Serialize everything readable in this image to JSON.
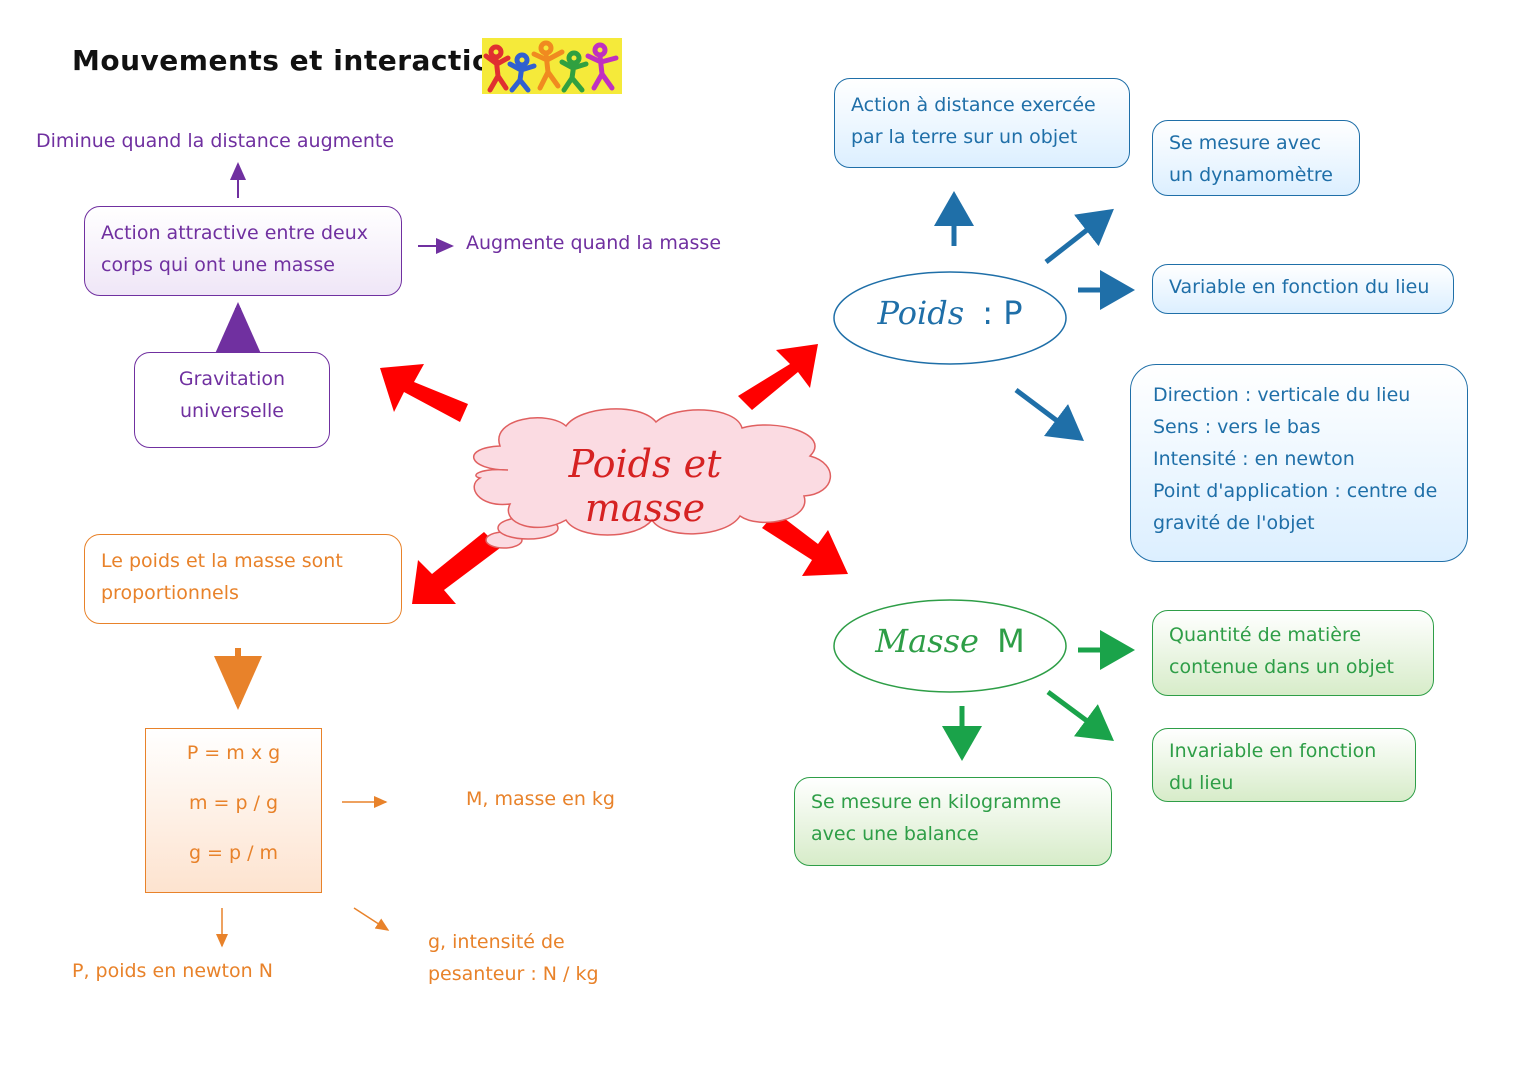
{
  "title": "Mouvements et interaction",
  "center": "Poids et masse",
  "gravitation": {
    "node": "Gravitation universelle",
    "definition": "Action attractive entre deux corps qui ont une masse",
    "distance_note": "Diminue quand la distance augmente",
    "mass_note": "Augmente quand la masse"
  },
  "proportional": {
    "statement": "Le poids et la masse sont proportionnels",
    "formulas": [
      "P = m x g",
      "m = p / g",
      "g = p / m"
    ],
    "m_unit": "M, masse en kg",
    "p_unit": "P, poids en newton N",
    "g_unit": "g, intensité de pesanteur :  N / kg"
  },
  "poids": {
    "script_label": "Poids",
    "symbol": ": P",
    "definition": "Action à distance exercée par la terre sur un objet",
    "measure": "Se mesure avec un dynamomètre",
    "variable": "Variable en fonction du lieu",
    "characteristics": [
      "Direction : verticale du lieu",
      "Sens : vers le bas",
      "Intensité : en newton",
      "Point d'application : centre de gravité de l'objet"
    ]
  },
  "masse": {
    "script_label": "Masse",
    "symbol": "M",
    "quantity": "Quantité de matière contenue dans un objet",
    "invariable": "Invariable en fonction du lieu",
    "measure": "Se mesure en kilogramme avec une balance"
  },
  "colors": {
    "gravitation": "#7030a0",
    "proportional": "#e8822a",
    "poids": "#1f6fa8",
    "masse": "#2e9e47",
    "center": "#d62222",
    "big_arrows": "#ff0000"
  },
  "icons": [
    "dancing-figures-image"
  ]
}
